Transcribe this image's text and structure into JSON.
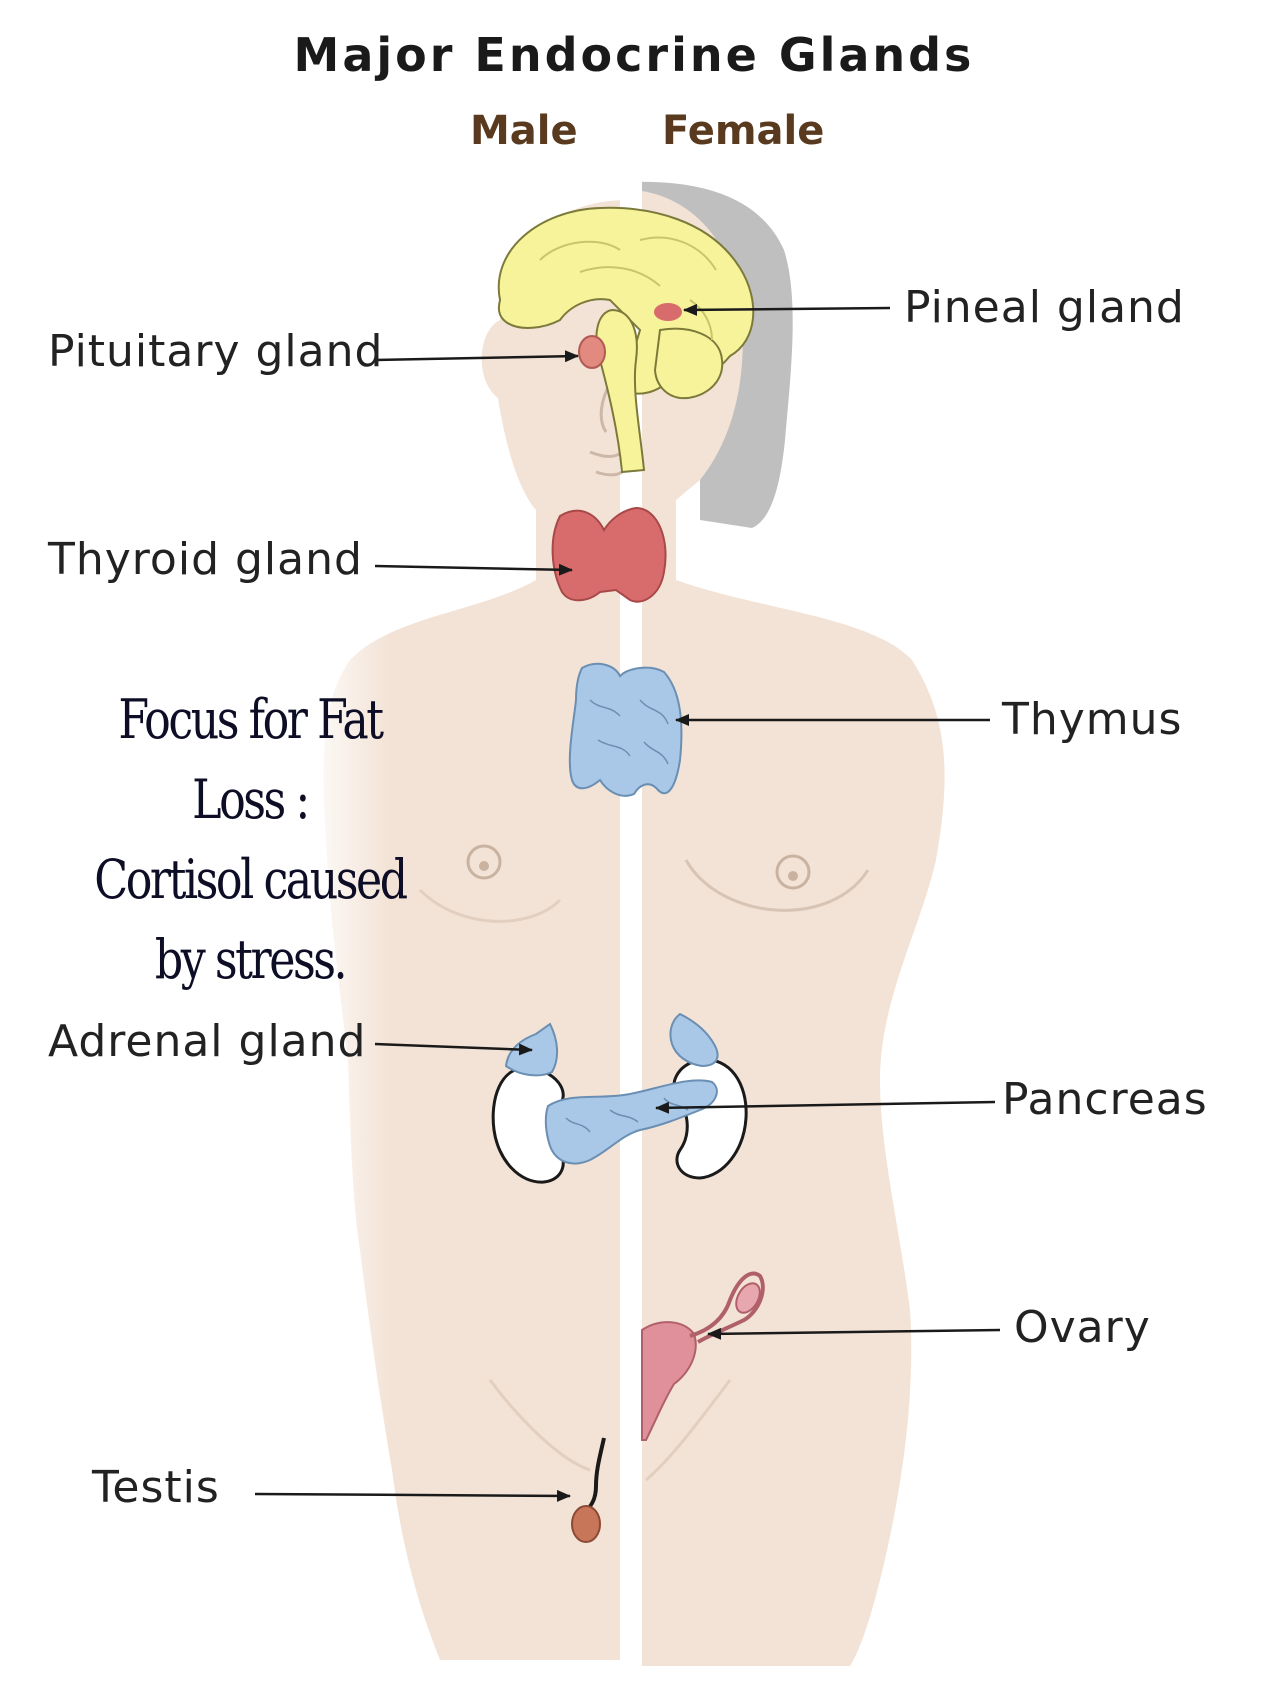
{
  "diagram": {
    "title": "Major Endocrine Glands",
    "subtitle_left": "Male",
    "subtitle_right": "Female",
    "labels": {
      "pituitary": "Pituitary gland",
      "pineal": "Pineal gland",
      "thyroid": "Thyroid gland",
      "thymus": "Thymus",
      "adrenal": "Adrenal gland",
      "pancreas": "Pancreas",
      "ovary": "Ovary",
      "testis": "Testis"
    },
    "note": {
      "line1": "Focus for Fat Loss :",
      "line2": "Cortisol caused",
      "line3": "by stress."
    }
  },
  "colors": {
    "skin": "#f3e3d6",
    "brain": "#f7f39a",
    "gland_red": "#d86c6c",
    "gland_blue": "#a9c8e8",
    "hair": "#bdbdbd",
    "subtitle": "#5a3a1e"
  }
}
